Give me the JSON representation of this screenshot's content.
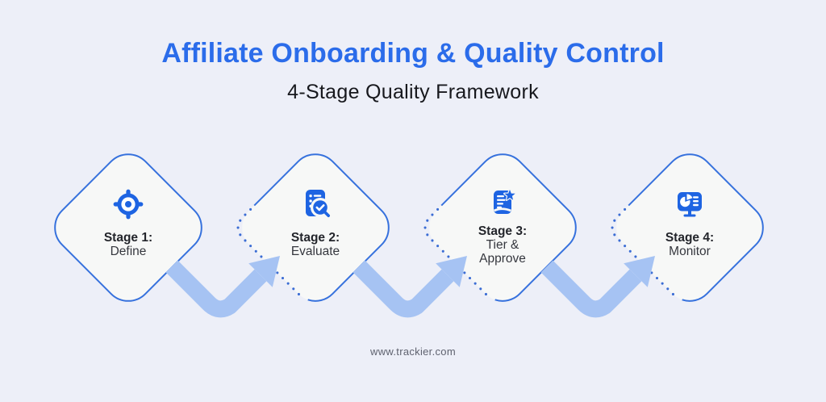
{
  "header": {
    "title": "Affiliate Onboarding & Quality Control",
    "subtitle": "4-Stage Quality Framework"
  },
  "stages": [
    {
      "title": "Stage 1:",
      "subtitle": "Define",
      "icon": "target-locate-icon"
    },
    {
      "title": "Stage 2:",
      "subtitle": "Evaluate",
      "icon": "checklist-magnifier-icon"
    },
    {
      "title": "Stage 3:",
      "subtitle": "Tier &\nApprove",
      "icon": "document-star-icon"
    },
    {
      "title": "Stage 4:",
      "subtitle": "Monitor",
      "icon": "monitor-analytics-icon"
    }
  ],
  "footer": {
    "url": "www.trackier.com"
  },
  "colors": {
    "background": "#edeff8",
    "diamond_fill": "#f7f8f7",
    "diamond_border": "#3671dd",
    "dotted_border": "#3a6cd4",
    "title_blue": "#2b6cea",
    "icon_blue": "#1e64e2",
    "arrow_light_blue": "#a6c3f3",
    "heading_dark": "#17181d",
    "footer_gray": "#5f626f"
  }
}
